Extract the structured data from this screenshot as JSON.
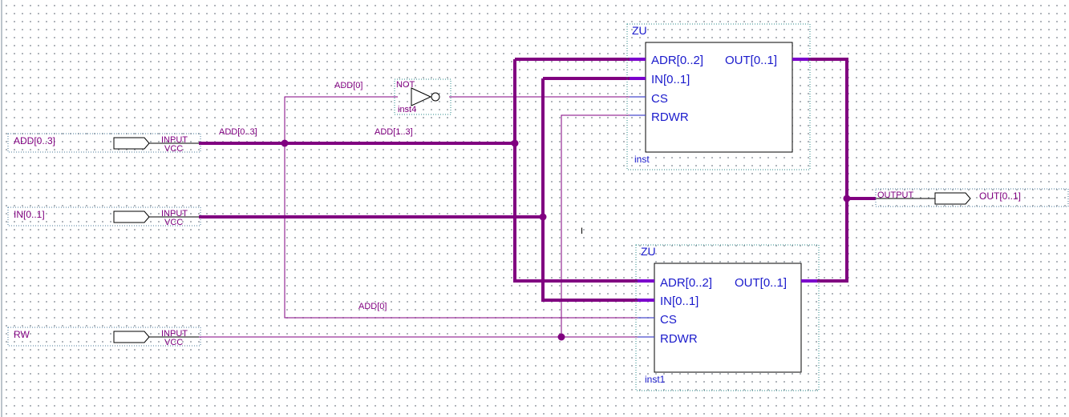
{
  "inputs": {
    "add": {
      "name": "ADD[0..3]",
      "type": "INPUT",
      "default": "VCC"
    },
    "in": {
      "name": "IN[0..1]",
      "type": "INPUT",
      "default": "VCC"
    },
    "rw": {
      "name": "RW",
      "type": "INPUT",
      "default": "VCC"
    }
  },
  "output": {
    "name": "OUT[0..1]",
    "type": "OUTPUT"
  },
  "not_gate": {
    "type": "NOT",
    "instance": "inst4"
  },
  "wire_labels": {
    "add0_top": "ADD[0]",
    "add03": "ADD[0..3]",
    "add13": "ADD[1..3]",
    "add0_bottom": "ADD[0]"
  },
  "blocks": [
    {
      "type": "ZU",
      "instance": "inst",
      "ports": {
        "adr": "ADR[0..2]",
        "in": "IN[0..1]",
        "cs": "CS",
        "rdwr": "RDWR",
        "out": "OUT[0..1]"
      }
    },
    {
      "type": "ZU",
      "instance": "inst1",
      "ports": {
        "adr": "ADR[0..2]",
        "in": "IN[0..1]",
        "cs": "CS",
        "rdwr": "RDWR",
        "out": "OUT[0..1]"
      }
    }
  ],
  "stray_mark": "I"
}
